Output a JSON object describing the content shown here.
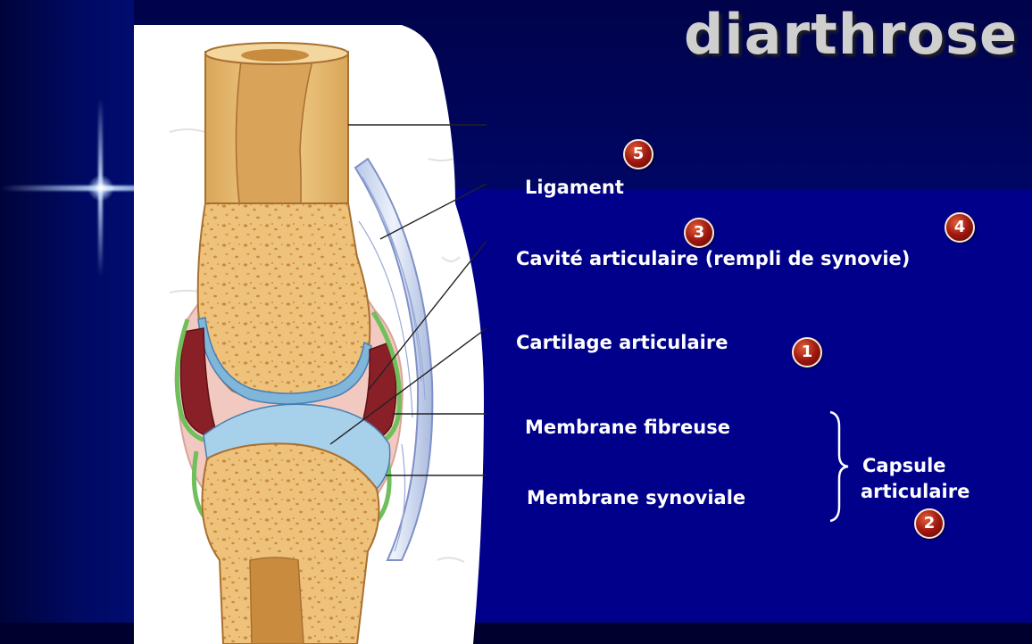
{
  "title": "diarthrose",
  "labels": {
    "ligament": "Ligament",
    "cavite": "Cavité articulaire (rempli de synovie)",
    "cartilage": "Cartilage articulaire",
    "membrane_fibreuse": "Membrane fibreuse",
    "membrane_synoviale": "Membrane synoviale",
    "capsule_line1": "Capsule",
    "capsule_line2": "articulaire"
  },
  "badges": {
    "ligament": "5",
    "cavite": "3",
    "synovie": "4",
    "cartilage": "1",
    "capsule": "2"
  },
  "colors": {
    "background": "#00008a",
    "title": "#cfcfcf",
    "label": "#ffffff",
    "badge": "#a01810",
    "bone": "#f0c27a",
    "cartilage": "#8fbfe0",
    "cavity": "#8a1c24",
    "synovial": "#6fbf5a"
  }
}
